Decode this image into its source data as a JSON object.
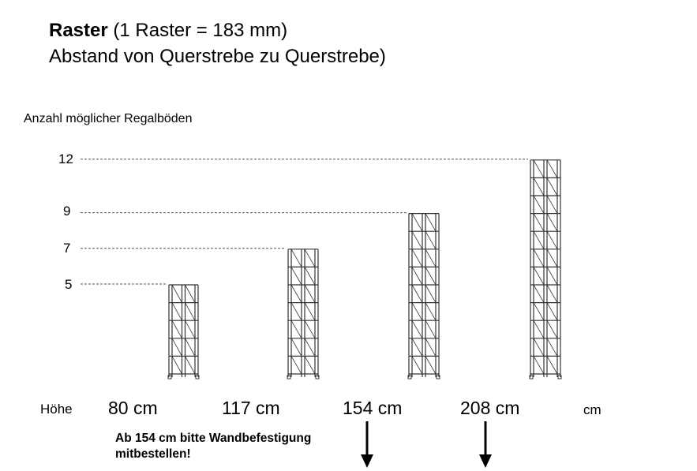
{
  "header": {
    "title_bold": "Raster",
    "title_rest": " (1 Raster = 183 mm)",
    "subtitle": "Abstand von Querstrebe zu Querstrebe)"
  },
  "count_label": "Anzahl möglicher Regalböden",
  "height_label": "Höhe",
  "unit_label": "cm",
  "panels": [
    {
      "shelves": 5,
      "shelves_label": "5",
      "height_label": "80 cm"
    },
    {
      "shelves": 7,
      "shelves_label": "7",
      "height_label": "117 cm"
    },
    {
      "shelves": 9,
      "shelves_label": "9",
      "height_label": "154 cm"
    },
    {
      "shelves": 12,
      "shelves_label": "12",
      "height_label": "208 cm"
    }
  ],
  "note": {
    "line1": "Ab 154 cm bitte Wandbefestigung",
    "line2": "mitbestellen!"
  },
  "colors": {
    "line": "#000000",
    "panel": "#333333",
    "guide": "#555555"
  }
}
